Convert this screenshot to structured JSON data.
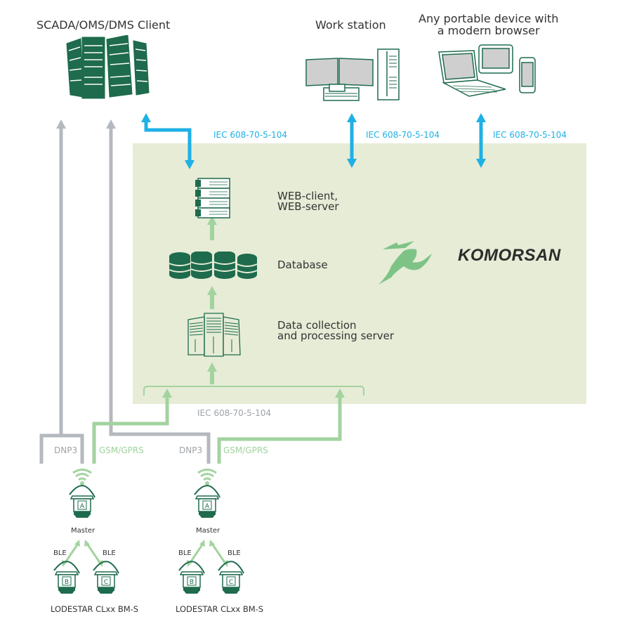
{
  "titles": {
    "scada": "SCADA/OMS/DMS Client",
    "workstation": "Work station",
    "portable": "Any portable device with\na modern browser"
  },
  "protocols": {
    "iec_scada": "IEC 608-70-5-104",
    "iec_workstation": "IEC 608-70-5-104",
    "iec_portable": "IEC 608-70-5-104",
    "iec_bottom": "IEC 608-70-5-104",
    "dnp3_left": "DNP3",
    "gsm_left": "GSM/GPRS",
    "dnp3_right": "DNP3",
    "gsm_right": "GSM/GPRS"
  },
  "stack": {
    "web": "WEB-client,\nWEB-server",
    "database": "Database",
    "collection": "Data collection\nand processing server"
  },
  "logo": {
    "text": "KOMORSAN"
  },
  "groups": [
    {
      "master_label": "Master",
      "master_letter": "A",
      "ble_left": "BLE",
      "ble_right": "BLE",
      "slave_b": "B",
      "slave_c": "C",
      "caption": "LODESTAR  CLxx  BM-S"
    },
    {
      "master_label": "Master",
      "master_letter": "A",
      "ble_left": "BLE",
      "ble_right": "BLE",
      "slave_b": "B",
      "slave_c": "C",
      "caption": "LODESTAR  CLxx  BM-S"
    }
  ],
  "colors": {
    "panel": "#e6ecd6",
    "blue_link": "#1fb0e6",
    "gray_link": "#b4b9bf",
    "green_link": "#a3d39f",
    "icon_green": "#1e6b4d",
    "logo_deer": "#7dc386"
  }
}
